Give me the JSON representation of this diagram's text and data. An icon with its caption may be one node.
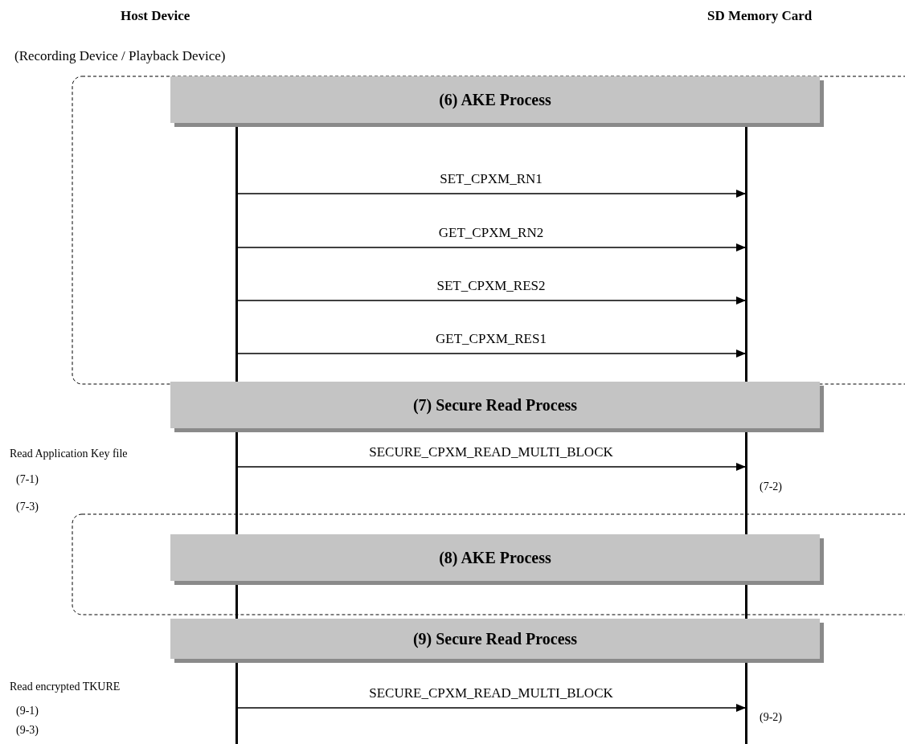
{
  "diagram": {
    "nodes": [
      {
        "text": [
          "Host Device",
          "(Recording Device / Playback Device)"
        ]
      },
      {
        "text": [
          "SD Memory Card"
        ]
      },
      {
        "text": [
          "(6) AKE Process"
        ]
      },
      {
        "text": [
          "(7) Secure Read Process"
        ]
      },
      {
        "text": [
          "(8) AKE Process"
        ]
      },
      {
        "text": [
          "(9) Secure Read Process"
        ]
      }
    ],
    "edges": [
      {
        "from": 0,
        "to": 1,
        "arrow": "to",
        "label": "SET_CPXM_RN1"
      },
      {
        "from": 0,
        "to": 1,
        "arrow": "to",
        "label": "GET_CPXM_RN2"
      },
      {
        "from": 0,
        "to": 1,
        "arrow": "to",
        "label": "SET_CPXM_RES2"
      },
      {
        "from": 0,
        "to": 1,
        "arrow": "to",
        "label": "GET_CPXM_RES1"
      },
      {
        "from": 0,
        "to": 1,
        "arrow": "to",
        "label": "SECURE_CPXM_READ_MULTI_BLOCK"
      },
      {
        "from": 0,
        "to": 1,
        "arrow": "to",
        "label": "SECURE_CPXM_READ_MULTI_BLOCK"
      }
    ],
    "labels": [
      "Read Application Key file",
      "(7-1)",
      "(7-2)",
      "(7-3)",
      "Read encrypted TKURE",
      "(9-1)",
      "(9-2)",
      "(9-3)"
    ]
  }
}
